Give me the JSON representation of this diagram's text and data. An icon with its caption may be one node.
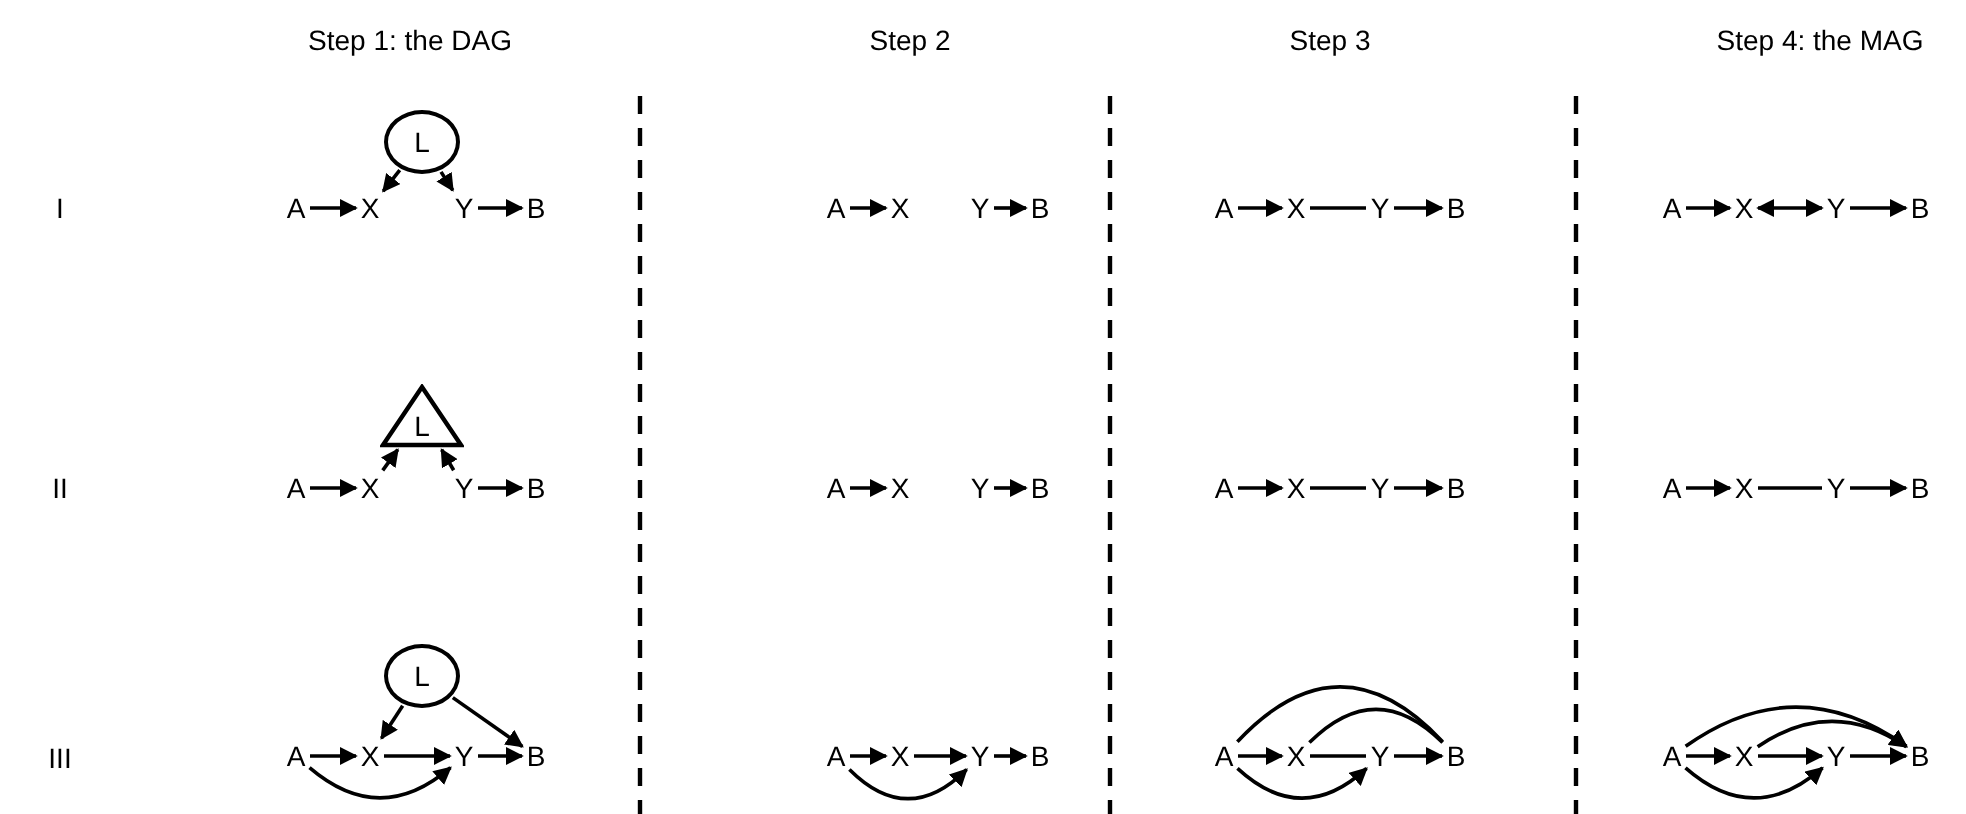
{
  "diagram": {
    "nodes": [
      {
        "text": [
          "L"
        ]
      },
      {
        "text": [
          "A"
        ]
      },
      {
        "text": [
          "X"
        ]
      },
      {
        "text": [
          "Y"
        ]
      },
      {
        "text": [
          "B"
        ]
      },
      {
        "text": [
          "A"
        ]
      },
      {
        "text": [
          "X"
        ]
      },
      {
        "text": [
          "Y"
        ]
      },
      {
        "text": [
          "B"
        ]
      },
      {
        "text": [
          "A"
        ]
      },
      {
        "text": [
          "X"
        ]
      },
      {
        "text": [
          "Y"
        ]
      },
      {
        "text": [
          "B"
        ]
      },
      {
        "text": [
          "A"
        ]
      },
      {
        "text": [
          "X"
        ]
      },
      {
        "text": [
          "Y"
        ]
      },
      {
        "text": [
          "B"
        ]
      },
      {
        "text": [
          "L"
        ]
      },
      {
        "text": [
          "A"
        ]
      },
      {
        "text": [
          "X"
        ]
      },
      {
        "text": [
          "Y"
        ]
      },
      {
        "text": [
          "B"
        ]
      },
      {
        "text": [
          "A"
        ]
      },
      {
        "text": [
          "X"
        ]
      },
      {
        "text": [
          "Y"
        ]
      },
      {
        "text": [
          "B"
        ]
      },
      {
        "text": [
          "A"
        ]
      },
      {
        "text": [
          "X"
        ]
      },
      {
        "text": [
          "Y"
        ]
      },
      {
        "text": [
          "B"
        ]
      },
      {
        "text": [
          "A"
        ]
      },
      {
        "text": [
          "X"
        ]
      },
      {
        "text": [
          "Y"
        ]
      },
      {
        "text": [
          "B"
        ]
      },
      {
        "text": [
          "L"
        ]
      },
      {
        "text": [
          "A"
        ]
      },
      {
        "text": [
          "X"
        ]
      },
      {
        "text": [
          "Y"
        ]
      },
      {
        "text": [
          "B"
        ]
      },
      {
        "text": [
          "A"
        ]
      },
      {
        "text": [
          "X"
        ]
      },
      {
        "text": [
          "Y"
        ]
      },
      {
        "text": [
          "B"
        ]
      },
      {
        "text": [
          "A"
        ]
      },
      {
        "text": [
          "X"
        ]
      },
      {
        "text": [
          "Y"
        ]
      },
      {
        "text": [
          "B"
        ]
      },
      {
        "text": [
          "A"
        ]
      },
      {
        "text": [
          "X"
        ]
      },
      {
        "text": [
          "Y"
        ]
      },
      {
        "text": [
          "B"
        ]
      }
    ],
    "edges": [
      {
        "from": 1,
        "to": 2,
        "arrow": "to"
      },
      {
        "from": 0,
        "to": 2,
        "arrow": "to"
      },
      {
        "from": 0,
        "to": 3,
        "arrow": "to"
      },
      {
        "from": 3,
        "to": 4,
        "arrow": "to"
      },
      {
        "from": 5,
        "to": 6,
        "arrow": "to"
      },
      {
        "from": 7,
        "to": 8,
        "arrow": "to"
      },
      {
        "from": 9,
        "to": 10,
        "arrow": "to"
      },
      {
        "from": 10,
        "to": 11,
        "arrow": "none"
      },
      {
        "from": 11,
        "to": 12,
        "arrow": "to"
      },
      {
        "from": 13,
        "to": 14,
        "arrow": "to"
      },
      {
        "from": 14,
        "to": 15,
        "arrow": "both"
      },
      {
        "from": 15,
        "to": 16,
        "arrow": "to"
      },
      {
        "from": 18,
        "to": 19,
        "arrow": "to"
      },
      {
        "from": 19,
        "to": 17,
        "arrow": "to"
      },
      {
        "from": 20,
        "to": 17,
        "arrow": "to"
      },
      {
        "from": 20,
        "to": 21,
        "arrow": "to"
      },
      {
        "from": 22,
        "to": 23,
        "arrow": "to"
      },
      {
        "from": 24,
        "to": 25,
        "arrow": "to"
      },
      {
        "from": 26,
        "to": 27,
        "arrow": "to"
      },
      {
        "from": 27,
        "to": 28,
        "arrow": "none"
      },
      {
        "from": 28,
        "to": 29,
        "arrow": "to"
      },
      {
        "from": 30,
        "to": 31,
        "arrow": "to"
      },
      {
        "from": 31,
        "to": 32,
        "arrow": "none"
      },
      {
        "from": 32,
        "to": 33,
        "arrow": "to"
      },
      {
        "from": 35,
        "to": 36,
        "arrow": "to"
      },
      {
        "from": 36,
        "to": 37,
        "arrow": "to"
      },
      {
        "from": 37,
        "to": 38,
        "arrow": "to"
      },
      {
        "from": 34,
        "to": 36,
        "arrow": "to"
      },
      {
        "from": 34,
        "to": 38,
        "arrow": "to"
      },
      {
        "from": 35,
        "to": 37,
        "arrow": "to"
      },
      {
        "from": 39,
        "to": 40,
        "arrow": "to"
      },
      {
        "from": 40,
        "to": 41,
        "arrow": "to"
      },
      {
        "from": 41,
        "to": 42,
        "arrow": "to"
      },
      {
        "from": 39,
        "to": 41,
        "arrow": "to"
      },
      {
        "from": 43,
        "to": 44,
        "arrow": "to"
      },
      {
        "from": 44,
        "to": 45,
        "arrow": "none"
      },
      {
        "from": 45,
        "to": 46,
        "arrow": "to"
      },
      {
        "from": 43,
        "to": 46,
        "arrow": "none"
      },
      {
        "from": 44,
        "to": 46,
        "arrow": "none"
      },
      {
        "from": 43,
        "to": 45,
        "arrow": "to"
      },
      {
        "from": 47,
        "to": 48,
        "arrow": "to"
      },
      {
        "from": 48,
        "to": 49,
        "arrow": "to"
      },
      {
        "from": 49,
        "to": 50,
        "arrow": "to"
      },
      {
        "from": 47,
        "to": 50,
        "arrow": "to"
      },
      {
        "from": 48,
        "to": 50,
        "arrow": "to"
      },
      {
        "from": 47,
        "to": 49,
        "arrow": "to"
      }
    ],
    "labels": [
      "Step 1: the DAG",
      "Step 2",
      "Step 3",
      "Step 4: the MAG",
      "I",
      "II",
      "III"
    ]
  }
}
